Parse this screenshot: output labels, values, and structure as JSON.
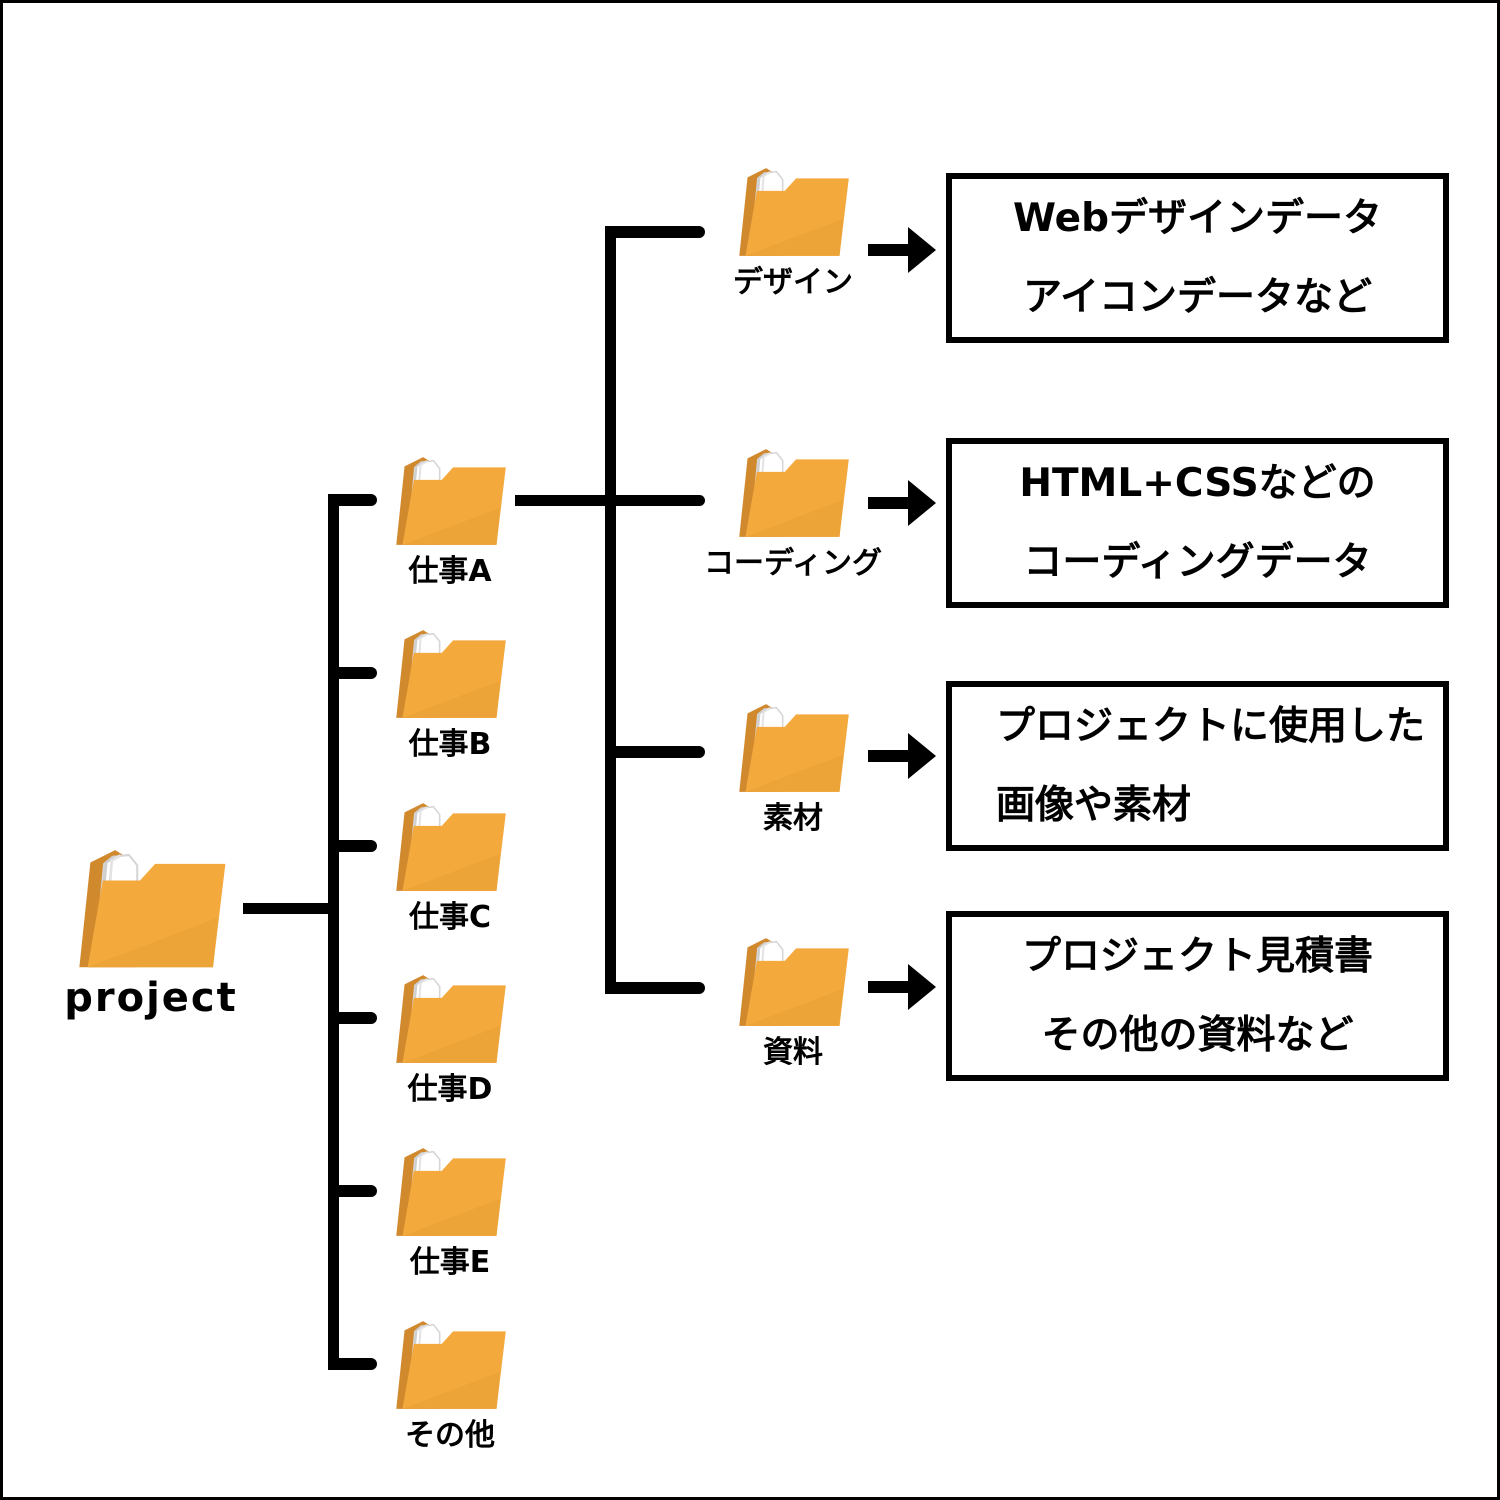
{
  "colors": {
    "folder_front": "#F4A93D",
    "folder_back": "#D1892E",
    "folder_shade": "#ECA438",
    "paper": "#FFFFFF",
    "line": "#000000",
    "text": "#000000",
    "canvas_bg": "#FFFFFF"
  },
  "tree": {
    "root": {
      "label": "project"
    },
    "level1": [
      {
        "label": "仕事A"
      },
      {
        "label": "仕事B"
      },
      {
        "label": "仕事C"
      },
      {
        "label": "仕事D"
      },
      {
        "label": "仕事E"
      },
      {
        "label": "その他"
      }
    ],
    "level2": [
      {
        "label": "デザイン",
        "box": [
          "Webデザインデータ",
          "アイコンデータなど"
        ]
      },
      {
        "label": "コーディング",
        "box": [
          "HTML+CSSなどの",
          "コーディングデータ"
        ]
      },
      {
        "label": "素材",
        "box": [
          "プロジェクトに使用した",
          "画像や素材"
        ]
      },
      {
        "label": "資料",
        "box": [
          "プロジェクト見積書",
          "その他の資料など"
        ]
      }
    ]
  }
}
